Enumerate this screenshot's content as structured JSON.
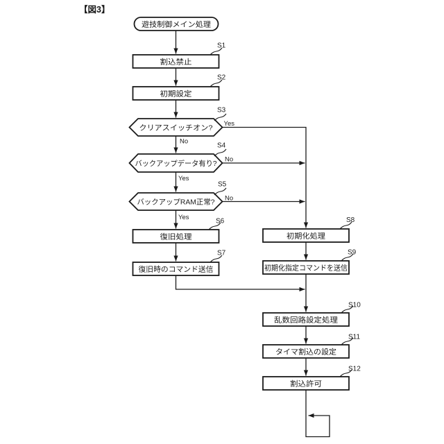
{
  "figure_title": "【図3】",
  "flowchart": {
    "start": {
      "label": "遊技制御メイン処理",
      "type": "terminator"
    },
    "steps": {
      "s1": {
        "id": "S1",
        "label": "割込禁止",
        "type": "process"
      },
      "s2": {
        "id": "S2",
        "label": "初期設定",
        "type": "process"
      },
      "s3": {
        "id": "S3",
        "label": "クリアスイッチオン?",
        "type": "decision"
      },
      "s4": {
        "id": "S4",
        "label": "バックアップデータ有り?",
        "type": "decision"
      },
      "s5": {
        "id": "S5",
        "label": "バックアップRAM正常?",
        "type": "decision"
      },
      "s6": {
        "id": "S6",
        "label": "復旧処理",
        "type": "process"
      },
      "s7": {
        "id": "S7",
        "label": "復旧時のコマンド送信",
        "type": "process"
      },
      "s8": {
        "id": "S8",
        "label": "初期化処理",
        "type": "process"
      },
      "s9": {
        "id": "S9",
        "label": "初期化指定コマンドを送信",
        "type": "process"
      },
      "s10": {
        "id": "S10",
        "label": "乱数回路設定処理",
        "type": "process"
      },
      "s11": {
        "id": "S11",
        "label": "タイマ割込の設定",
        "type": "process"
      },
      "s12": {
        "id": "S12",
        "label": "割込許可",
        "type": "process"
      }
    },
    "branch_labels": {
      "s3_yes": "Yes",
      "s3_no": "No",
      "s4_no": "No",
      "s4_yes": "Yes",
      "s5_no": "No",
      "s5_yes": "Yes"
    },
    "loop": {
      "description": "return arrow from bottom of flow back into main line"
    }
  },
  "colors": {
    "ink": "#1a1a1a",
    "paper": "#ffffff"
  }
}
